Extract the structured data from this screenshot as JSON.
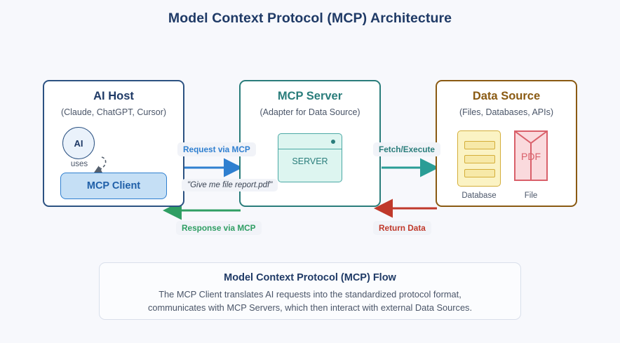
{
  "title": "Model Context Protocol (MCP) Architecture",
  "colors": {
    "background": "#f7f8fc",
    "ai_host": "#2c5282",
    "mcp_server": "#2a7d7b",
    "data_source": "#8a5a12",
    "request_blue": "#2f7fd0",
    "response_green": "#2f9e63",
    "return_red": "#c0392b",
    "database_yellow": "#d4ae3a",
    "file_red": "#d9606a"
  },
  "panels": {
    "ai_host": {
      "title": "AI Host",
      "subtitle": "(Claude, ChatGPT, Cursor)",
      "ai_badge": "AI",
      "uses_label": "uses",
      "client_label": "MCP Client"
    },
    "mcp_server": {
      "title": "MCP Server",
      "subtitle": "(Adapter for Data Source)",
      "server_icon_label": "SERVER"
    },
    "data_source": {
      "title": "Data Source",
      "subtitle": "(Files, Databases, APIs)",
      "database_caption": "Database",
      "file_caption": "File",
      "file_type_label": "PDF"
    }
  },
  "flows": {
    "request_label": "Request via MCP",
    "request_example": "\"Give me file report.pdf\"",
    "fetch_label": "Fetch/Execute",
    "response_label": "Response via MCP",
    "return_label": "Return Data"
  },
  "footer": {
    "title": "Model Context Protocol (MCP) Flow",
    "line1": "The MCP Client translates AI requests into the standardized protocol format,",
    "line2": "communicates with MCP Servers, which then interact with external Data Sources."
  }
}
